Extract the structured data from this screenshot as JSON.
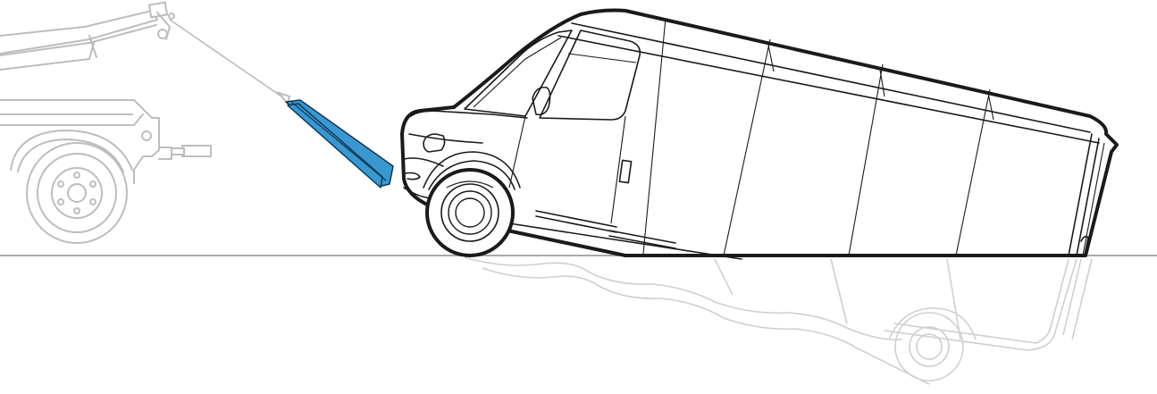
{
  "scene": {
    "colors": {
      "background": "#ffffff",
      "van_outline": "#1a1a1a",
      "tow_truck": "#bdbdbd",
      "submerged_ghost": "#cfcfcf",
      "ground_line": "#a9a9a9",
      "strap": "#3a97d0",
      "strap_edge": "#0d3a57"
    },
    "parts": [
      "tow-truck",
      "tow-cable",
      "tow-strap",
      "van",
      "front-wheel",
      "ground-line",
      "submerged-van-ghost",
      "submerged-rear-wheel"
    ]
  }
}
